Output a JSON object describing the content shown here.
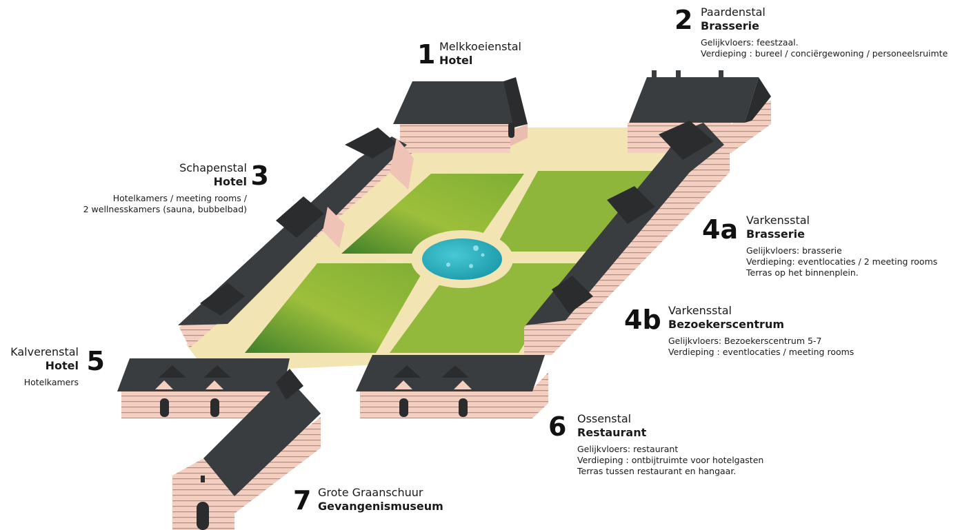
{
  "buildings": [
    {
      "number": "1",
      "name": "Melkkoeienstal",
      "function": "Hotel",
      "details": []
    },
    {
      "number": "2",
      "name": "Paardenstal",
      "function": "Brasserie",
      "details": [
        "Gelijkvloers: feestzaal.",
        "Verdieping  : bureel / conciërgewoning / personeelsruimte"
      ]
    },
    {
      "number": "3",
      "name": "Schapenstal",
      "function": "Hotel",
      "details": [
        "Hotelkamers / meeting rooms /",
        "2 wellnesskamers (sauna, bubbelbad)"
      ]
    },
    {
      "number": "4a",
      "name": "Varkensstal",
      "function": "Brasserie",
      "details": [
        "Gelijkvloers: brasserie",
        "Verdieping: eventlocaties / 2 meeting rooms",
        "Terras op het binnenplein."
      ]
    },
    {
      "number": "4b",
      "name": "Varkensstal",
      "function": "Bezoekerscentrum",
      "details": [
        "Gelijkvloers: Bezoekerscentrum 5-7",
        "Verdieping  : eventlocaties / meeting rooms"
      ]
    },
    {
      "number": "5",
      "name": "Kalverenstal",
      "function": "Hotel",
      "details": [
        "Hotelkamers"
      ]
    },
    {
      "number": "6",
      "name": "Ossenstal",
      "function": "Restaurant",
      "details": [
        "Gelijkvloers: restaurant",
        "Verdieping  : ontbijtruimte voor hotelgasten",
        "Terras tussen restaurant en hangaar."
      ]
    },
    {
      "number": "7",
      "name": "Grote Graanschuur",
      "function": "Gevangenismuseum",
      "details": []
    }
  ],
  "colors": {
    "roof": "#3a3d40",
    "roof_shade": "#2a2c2e",
    "wall": "#f4cfc0",
    "wall_stripe": "#b7958a",
    "courtyard": "#f3e4b4",
    "lawn_light": "#9cbf3a",
    "lawn_dark": "#4f8a2c",
    "pond": "#2bb1bf"
  }
}
